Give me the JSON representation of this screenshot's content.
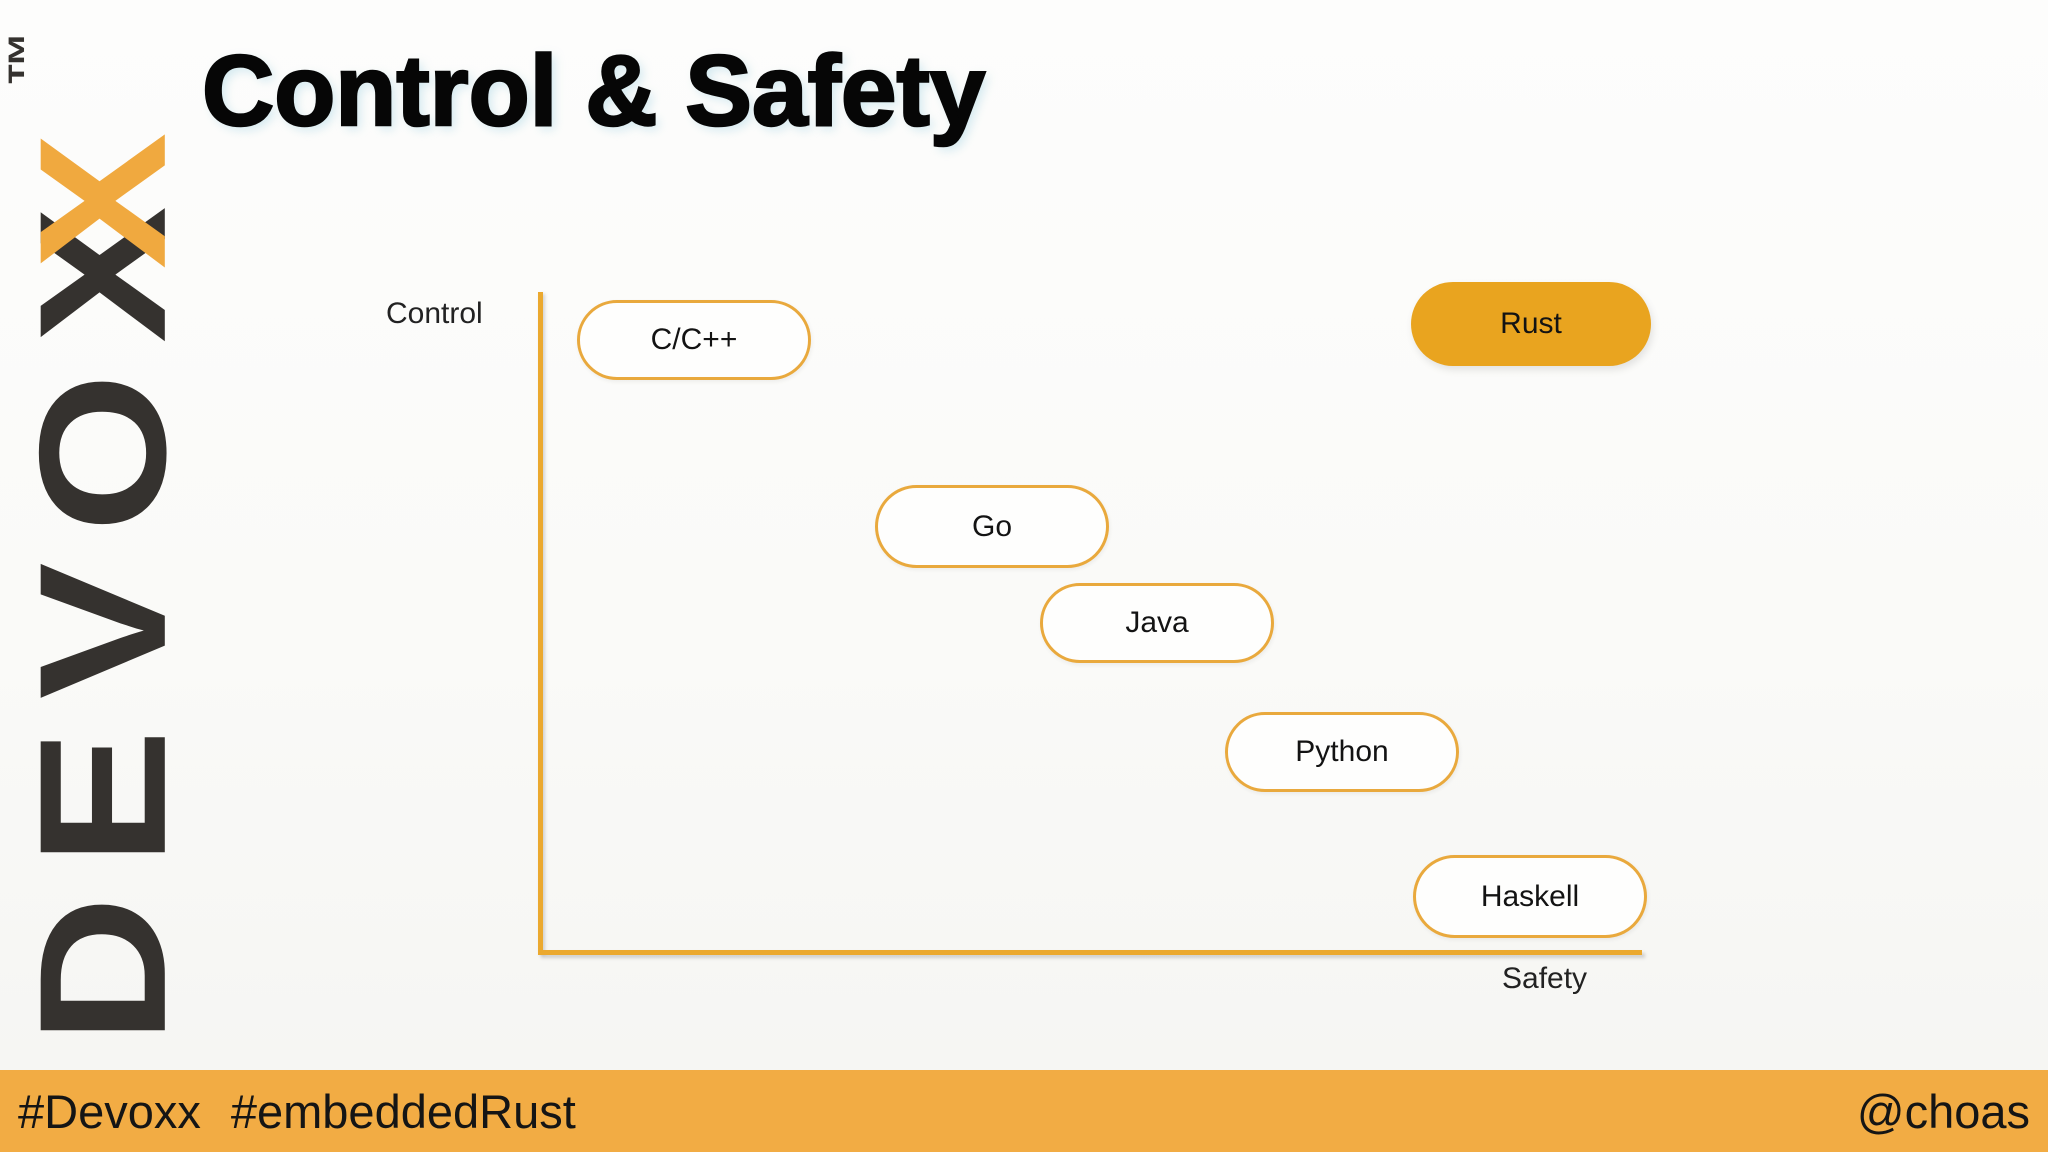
{
  "slide": {
    "title": "Control & Safety",
    "logo": {
      "main": "DEVOX",
      "accent": "X",
      "trademark": "™"
    },
    "footer": {
      "tags": [
        "#Devoxx",
        "#embeddedRust"
      ],
      "handle": "@choas"
    }
  },
  "colors": {
    "accent_orange": "#F0A93F",
    "axis_orange": "#EBA92F",
    "pill_border": "#E9A93D",
    "rust_fill": "#E9A41F",
    "logo_dark": "#35322F",
    "footer_bg": "#F2AC44",
    "footer_text": "#151515",
    "title_text": "#060606",
    "label_text": "#222222"
  },
  "chart_data": {
    "type": "scatter",
    "title": "Control & Safety",
    "xlabel": "Safety",
    "ylabel": "Control",
    "xlim": [
      0,
      1
    ],
    "ylim": [
      0,
      1
    ],
    "grid": false,
    "legend": false,
    "points": [
      {
        "label": "C/C++",
        "safety": 0.14,
        "control": 0.93,
        "style": "outlined"
      },
      {
        "label": "Rust",
        "safety": 0.89,
        "control": 0.95,
        "style": "filled"
      },
      {
        "label": "Go",
        "safety": 0.41,
        "control": 0.65,
        "style": "outlined"
      },
      {
        "label": "Java",
        "safety": 0.56,
        "control": 0.5,
        "style": "outlined"
      },
      {
        "label": "Python",
        "safety": 0.72,
        "control": 0.3,
        "style": "outlined"
      },
      {
        "label": "Haskell",
        "safety": 0.89,
        "control": 0.08,
        "style": "outlined"
      }
    ]
  }
}
